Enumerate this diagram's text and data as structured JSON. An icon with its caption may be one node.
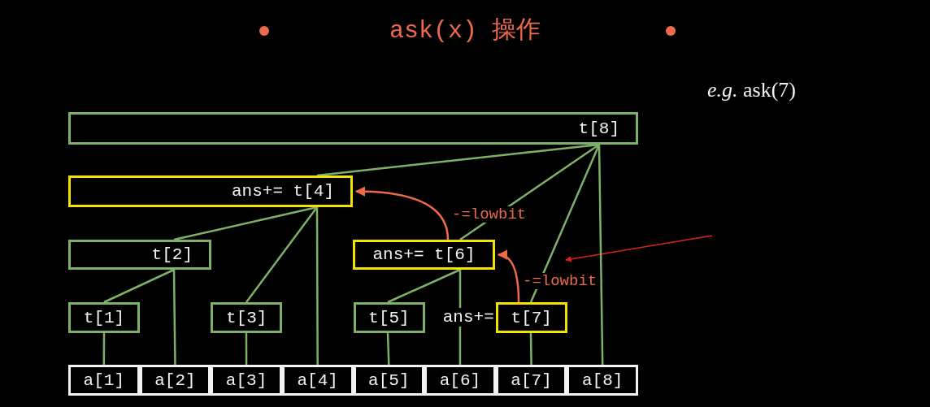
{
  "diagram": {
    "title": "ask(x) 操作",
    "nodes": [
      {
        "text": [
          "t[8]"
        ]
      },
      {
        "text": [
          "ans+= t[4]"
        ]
      },
      {
        "text": [
          "t[2]"
        ]
      },
      {
        "text": [
          "ans+= t[6]"
        ]
      },
      {
        "text": [
          "t[1]"
        ]
      },
      {
        "text": [
          "t[3]"
        ]
      },
      {
        "text": [
          "t[5]"
        ]
      },
      {
        "text": [
          "t[7]"
        ],
        "beside": [
          "ans+="
        ]
      },
      {
        "text": [
          "a[1]"
        ]
      },
      {
        "text": [
          "a[2]"
        ]
      },
      {
        "text": [
          "a[3]"
        ]
      },
      {
        "text": [
          "a[4]"
        ]
      },
      {
        "text": [
          "a[5]"
        ]
      },
      {
        "text": [
          "a[6]"
        ]
      },
      {
        "text": [
          "a[7]"
        ]
      },
      {
        "text": [
          "a[8]"
        ]
      }
    ],
    "edges": [
      {
        "from": 0,
        "to": 1,
        "arrow": "none"
      },
      {
        "from": 0,
        "to": 3,
        "arrow": "none"
      },
      {
        "from": 0,
        "to": 7,
        "arrow": "none"
      },
      {
        "from": 0,
        "to": 15,
        "arrow": "none"
      },
      {
        "from": 1,
        "to": 2,
        "arrow": "none"
      },
      {
        "from": 1,
        "to": 5,
        "arrow": "none"
      },
      {
        "from": 1,
        "to": 11,
        "arrow": "none"
      },
      {
        "from": 2,
        "to": 4,
        "arrow": "none"
      },
      {
        "from": 2,
        "to": 9,
        "arrow": "none"
      },
      {
        "from": 4,
        "to": 8,
        "arrow": "none"
      },
      {
        "from": 5,
        "to": 10,
        "arrow": "none"
      },
      {
        "from": 3,
        "to": 6,
        "arrow": "none"
      },
      {
        "from": 3,
        "to": 13,
        "arrow": "none"
      },
      {
        "from": 6,
        "to": 12,
        "arrow": "none"
      },
      {
        "from": 7,
        "to": 14,
        "arrow": "none"
      },
      {
        "from": 3,
        "to": 1,
        "arrow": "to",
        "label": "-=lowbit",
        "color": "#ee6a4c"
      },
      {
        "from": 7,
        "to": 3,
        "arrow": "to",
        "label": "-=lowbit",
        "color": "#ee6a4c"
      }
    ],
    "labels": [
      "*e.g.* ask(7)"
    ]
  }
}
